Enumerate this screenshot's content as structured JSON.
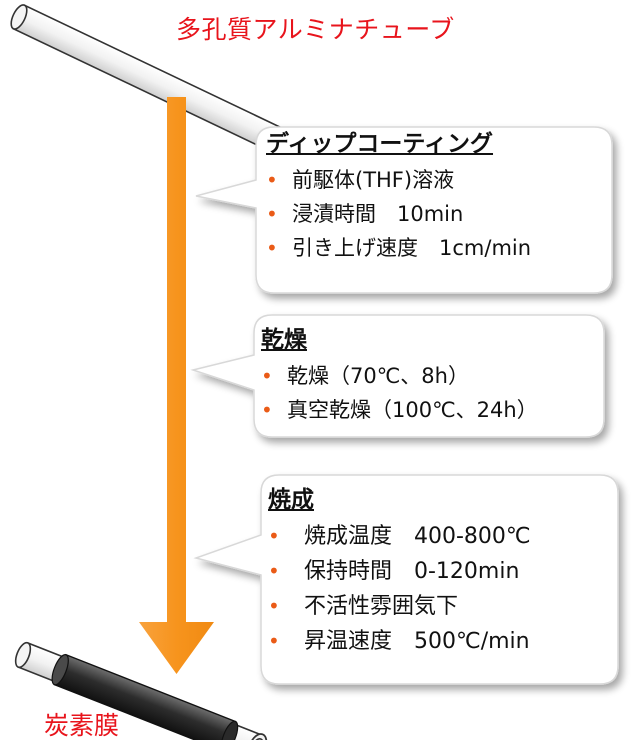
{
  "top_label": "多孔質アルミナチューブ",
  "bottom_label": "炭素膜",
  "steps": [
    {
      "heading": "ディップコーティング",
      "items": [
        "前駆体(THF)溶液",
        "浸漬時間　10min",
        "引き上げ速度　1cm/min"
      ]
    },
    {
      "heading": "乾燥",
      "items": [
        "乾燥（70℃、8h）",
        "真空乾燥（100℃、24h）"
      ]
    },
    {
      "heading": "焼成",
      "items": [
        "焼成温度　400-800℃",
        "保持時間　0-120min",
        "不活性雰囲気下",
        "昇温速度　500℃/min"
      ]
    }
  ],
  "bullet_symbol": "•",
  "colors": {
    "label_red": "#e8141c",
    "arrow_orange": "#f7941d",
    "bullet_orange": "#ea5b17",
    "tube_outline": "#333333",
    "carbon_coating": "#3a3a3a"
  }
}
